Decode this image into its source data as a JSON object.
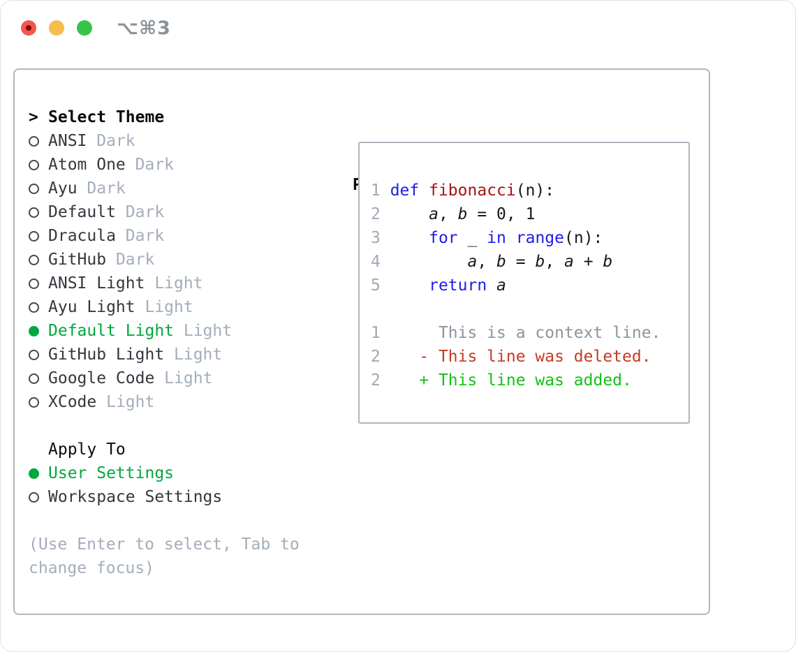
{
  "titlebar": {
    "shortcut": "⌥⌘3",
    "traffic_lights": [
      "close",
      "minimize",
      "zoom"
    ]
  },
  "colors": {
    "accent_green": "#00a73c",
    "diff_added_green": "#13c113",
    "diff_deleted_red": "#c43a22",
    "keyword_blue": "#1e1ee4",
    "function_red": "#a31515",
    "line_number_gray": "#9fa9b6",
    "muted_gray": "#a4adba",
    "border_gray": "#aeb6bf",
    "traffic_red": "#f2564d",
    "traffic_yellow": "#f6bd4e",
    "traffic_green": "#37c34a"
  },
  "theme_section": {
    "prompt": ">",
    "title": "Select Theme",
    "items": [
      {
        "name": "ANSI",
        "variant": "Dark",
        "selected": false
      },
      {
        "name": "Atom One",
        "variant": "Dark",
        "selected": false
      },
      {
        "name": "Ayu",
        "variant": "Dark",
        "selected": false
      },
      {
        "name": "Default",
        "variant": "Dark",
        "selected": false
      },
      {
        "name": "Dracula",
        "variant": "Dark",
        "selected": false
      },
      {
        "name": "GitHub",
        "variant": "Dark",
        "selected": false
      },
      {
        "name": "ANSI Light",
        "variant": "Light",
        "selected": false
      },
      {
        "name": "Ayu Light",
        "variant": "Light",
        "selected": false
      },
      {
        "name": "Default Light",
        "variant": "Light",
        "selected": true
      },
      {
        "name": "GitHub Light",
        "variant": "Light",
        "selected": false
      },
      {
        "name": "Google Code",
        "variant": "Light",
        "selected": false
      },
      {
        "name": "XCode",
        "variant": "Light",
        "selected": false
      }
    ]
  },
  "apply_section": {
    "title": "Apply To",
    "options": [
      {
        "label": "User Settings",
        "selected": true
      },
      {
        "label": "Workspace Settings",
        "selected": false
      }
    ]
  },
  "hint": "(Use Enter to select, Tab to change focus)",
  "preview": {
    "title": "Preview",
    "code_lines": [
      {
        "number": "1",
        "segments": [
          {
            "text": "def",
            "style": "keyword"
          },
          {
            "text": " ",
            "style": "plain"
          },
          {
            "text": "fibonacci",
            "style": "function"
          },
          {
            "text": "(n):",
            "style": "plain"
          }
        ]
      },
      {
        "number": "2",
        "segments": [
          {
            "text": "    ",
            "style": "plain"
          },
          {
            "text": "a",
            "style": "variable"
          },
          {
            "text": ", ",
            "style": "plain"
          },
          {
            "text": "b",
            "style": "variable"
          },
          {
            "text": " = 0, 1",
            "style": "plain"
          }
        ]
      },
      {
        "number": "3",
        "segments": [
          {
            "text": "    ",
            "style": "plain"
          },
          {
            "text": "for",
            "style": "keyword"
          },
          {
            "text": " _ ",
            "style": "plain"
          },
          {
            "text": "in",
            "style": "keyword"
          },
          {
            "text": " ",
            "style": "plain"
          },
          {
            "text": "range",
            "style": "keyword"
          },
          {
            "text": "(n):",
            "style": "plain"
          }
        ]
      },
      {
        "number": "4",
        "segments": [
          {
            "text": "        ",
            "style": "plain"
          },
          {
            "text": "a",
            "style": "variable"
          },
          {
            "text": ", ",
            "style": "plain"
          },
          {
            "text": "b",
            "style": "variable"
          },
          {
            "text": " = ",
            "style": "plain"
          },
          {
            "text": "b",
            "style": "variable"
          },
          {
            "text": ", ",
            "style": "plain"
          },
          {
            "text": "a",
            "style": "variable"
          },
          {
            "text": " + ",
            "style": "plain"
          },
          {
            "text": "b",
            "style": "variable"
          }
        ]
      },
      {
        "number": "5",
        "segments": [
          {
            "text": "    ",
            "style": "plain"
          },
          {
            "text": "return",
            "style": "keyword"
          },
          {
            "text": " ",
            "style": "plain"
          },
          {
            "text": "a",
            "style": "variable"
          }
        ]
      }
    ],
    "diff_lines": [
      {
        "number": "1",
        "marker": " ",
        "text": "This is a context line.",
        "style": "context"
      },
      {
        "number": "2",
        "marker": "-",
        "text": "This line was deleted.",
        "style": "deleted"
      },
      {
        "number": "2",
        "marker": "+",
        "text": "This line was added.",
        "style": "added"
      }
    ]
  }
}
